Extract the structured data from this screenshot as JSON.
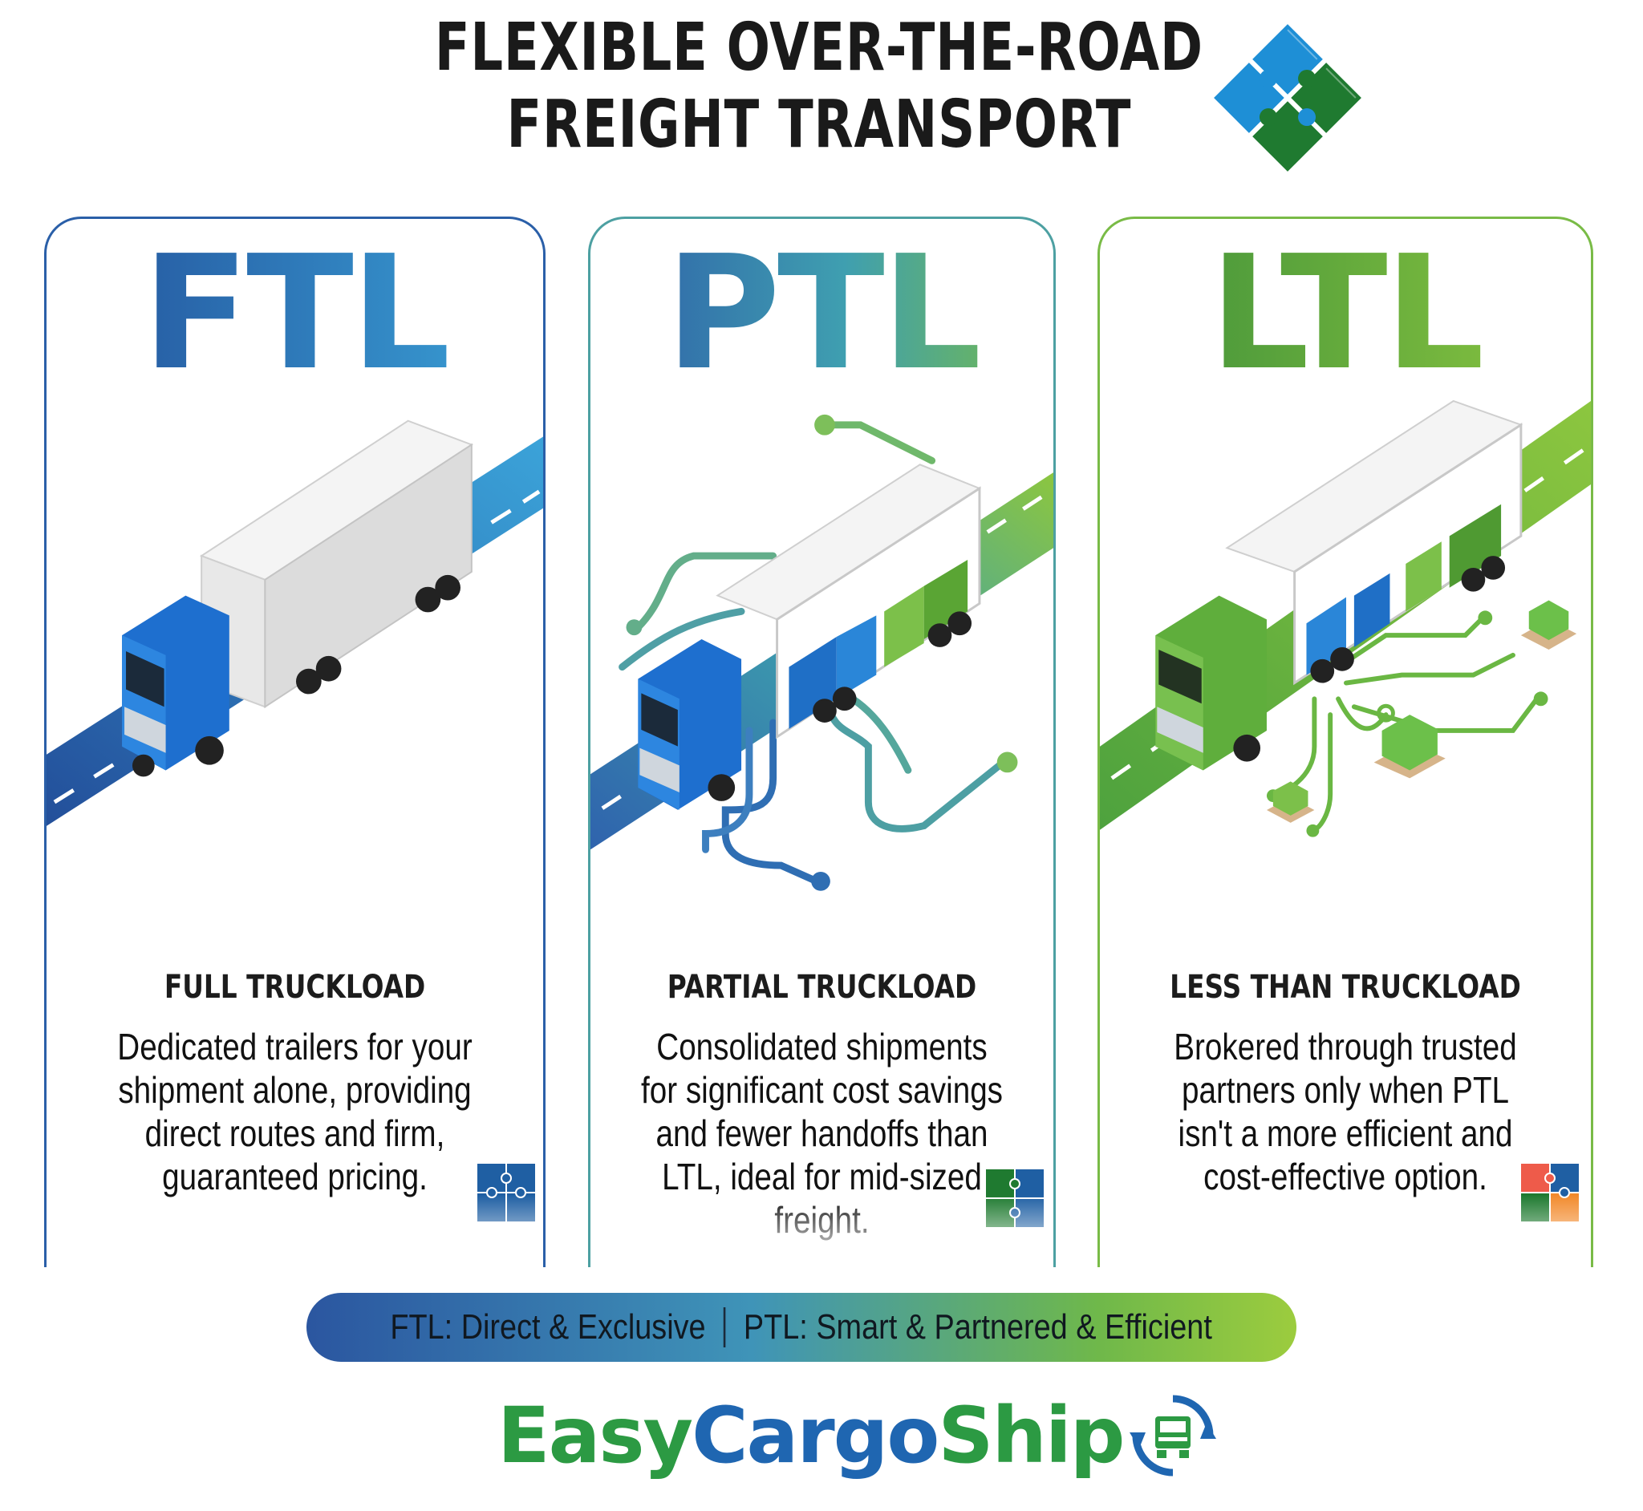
{
  "header": {
    "title_line1": "FLEXIBLE OVER-THE-ROAD",
    "title_line2": "FREIGHT TRANSPORT",
    "icon": "puzzle-pieces-icon"
  },
  "cards": [
    {
      "abbr": "FTL",
      "heading": "FULL TRUCKLOAD",
      "description": "Dedicated trailers for your shipment alone, providing direct routes and firm, guaranteed pricing.",
      "illustration": "blue-truck-closed-trailer",
      "icon": "puzzle-icon"
    },
    {
      "abbr": "PTL",
      "heading": "PARTIAL TRUCKLOAD",
      "description": "Consolidated shipments for significant cost savings and fewer handoffs than LTL, ideal for mid-sized freight.",
      "illustration": "blue-truck-open-trailer-routes",
      "icon": "puzzle-icon"
    },
    {
      "abbr": "LTL",
      "heading": "LESS THAN TRUCKLOAD",
      "description": "Brokered through trusted partners only when PTL isn't a more efficient and cost-effective option.",
      "illustration": "green-truck-open-trailer-pallets",
      "icon": "puzzle-icon"
    }
  ],
  "banner": {
    "left": "FTL: Direct & Exclusive",
    "right": "PTL: Smart & Partnered & Efficient"
  },
  "brand": {
    "part1": "Easy",
    "part2": "Cargo",
    "part3": "Ship",
    "icon": "truck-refresh-icon"
  },
  "colors": {
    "blue": "#2a5fa8",
    "light_blue": "#3aa3d8",
    "teal": "#4da0a2",
    "green": "#79bb46",
    "dark_green": "#2c9a43"
  }
}
